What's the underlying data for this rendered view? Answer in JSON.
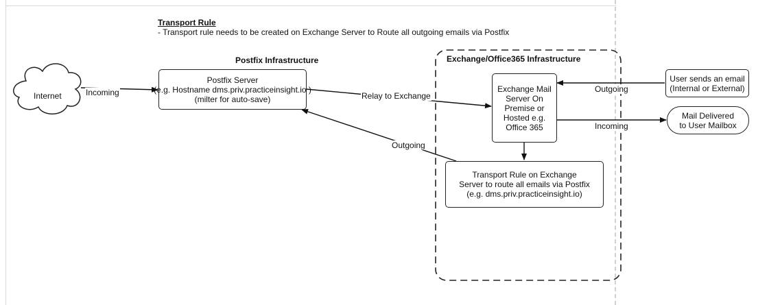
{
  "header": {
    "title": "Transport Rule",
    "subtitle": "- Transport rule needs to be created on Exchange Server to Route all outgoing emails via Postfix"
  },
  "groups": {
    "postfix_title": "Postfix Infrastructure",
    "exchange_title": "Exchange/Office365 Infrastructure"
  },
  "nodes": {
    "internet": "Internet",
    "postfix_server": [
      "Postfix Server",
      "(e.g. Hostname dms.priv.practiceinsight.io )",
      "(milter for auto-save)"
    ],
    "exchange_server": [
      "Exchange Mail",
      "Server On",
      "Premise or",
      "Hosted e.g.",
      "Office 365"
    ],
    "transport_rule": [
      "Transport Rule on Exchange",
      "Server to route all emails  via Postfix",
      "(e.g. dms.priv.practiceinsight.io)"
    ],
    "user_sends": [
      "User sends an email",
      "(Internal or External)"
    ],
    "mail_delivered": [
      "Mail Delivered",
      "to User Mailbox"
    ]
  },
  "edges": {
    "incoming_left": "Incoming",
    "relay": "Relay to Exchange",
    "outgoing_back": "Outgoing",
    "outgoing_user": "Outgoing",
    "incoming_right": "Incoming"
  }
}
